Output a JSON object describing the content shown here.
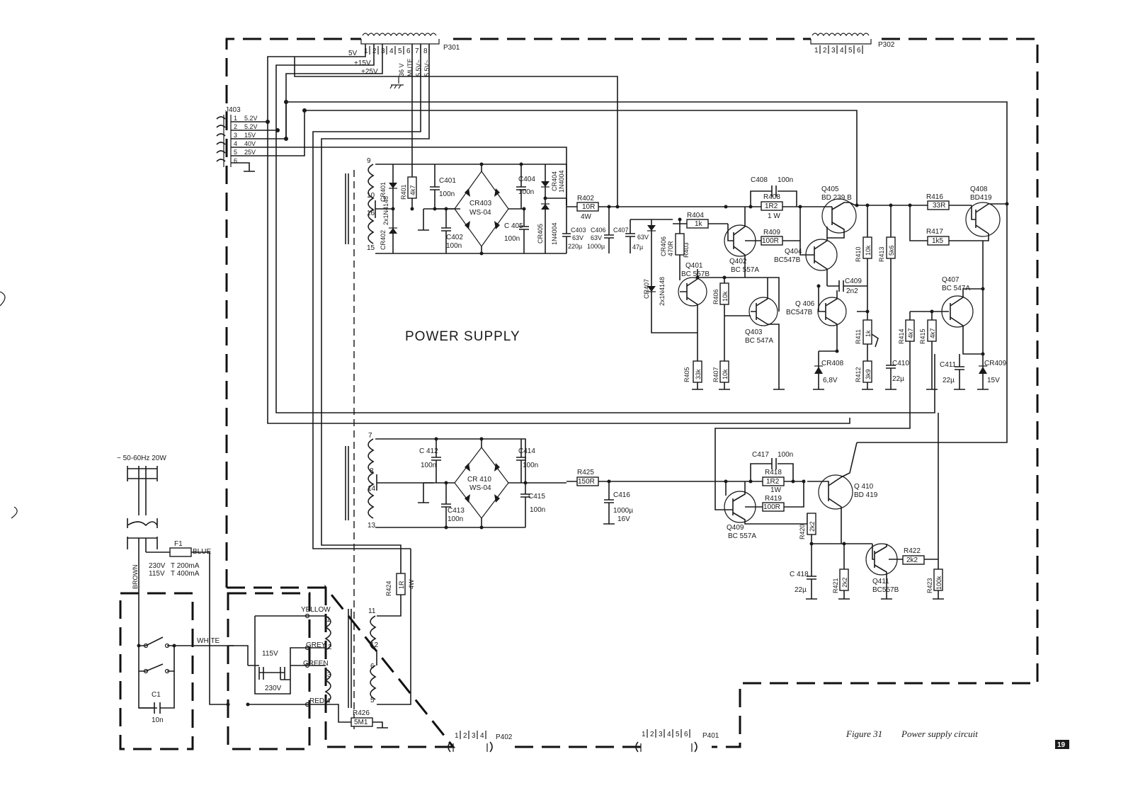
{
  "title": "POWER SUPPLY",
  "caption": {
    "number": "Figure 31",
    "text": "Power supply circuit"
  },
  "page_number": "19",
  "mains": {
    "spec": "~ 50-60Hz  20W"
  },
  "fuse": {
    "ref": "F1",
    "v230": "230V",
    "t200": "T 200mA",
    "v115": "115V",
    "t400": "T 400mA"
  },
  "wires": {
    "brown": "BROWN",
    "blue": "BLUE",
    "white": "WHITE",
    "yellow": "YELLOW",
    "grey": "GREY",
    "green": "GREEN",
    "red": "RED"
  },
  "selector": {
    "v115": "115V",
    "v230": "230V"
  },
  "c1": {
    "ref": "C1",
    "value": "10n"
  },
  "connectors": {
    "p301": {
      "name": "P301",
      "pins": [
        "1",
        "2",
        "3",
        "4",
        "5",
        "6",
        "7",
        "8"
      ],
      "rails": [
        "5V",
        "+15V",
        "+25V"
      ],
      "vlabels": [
        "36 V",
        "MUTE",
        "5.5V~",
        "5.5V~"
      ]
    },
    "p302": {
      "name": "P302",
      "pins": [
        "1",
        "2",
        "3",
        "4",
        "5",
        "6"
      ]
    },
    "p401": {
      "name": "P401",
      "pins": [
        "1",
        "2",
        "3",
        "4",
        "5",
        "6"
      ]
    },
    "p402": {
      "name": "P402",
      "pins": [
        "1",
        "2",
        "3",
        "4"
      ]
    },
    "j403": {
      "name": "J403",
      "pins": [
        {
          "n": "1",
          "v": "5.2V"
        },
        {
          "n": "2",
          "v": "5.2V"
        },
        {
          "n": "3",
          "v": "15V"
        },
        {
          "n": "4",
          "v": "40V"
        },
        {
          "n": "5",
          "v": "25V"
        },
        {
          "n": "6",
          "v": ""
        }
      ]
    }
  },
  "transformer_pins": [
    "9",
    "10",
    "16",
    "15",
    "7",
    "8",
    "14",
    "13",
    "11",
    "12",
    "6",
    "5",
    "1",
    "2",
    "3",
    "4"
  ],
  "components": {
    "cr401": "CR401",
    "cr402": "CR402",
    "cr4148": "2x1N4148",
    "r401": "R401",
    "r401v": "4k7",
    "c401": "C401",
    "c401v": "100n",
    "c402": "C402",
    "c402v": "100n",
    "cr403": "CR403",
    "cr403v": "WS-04",
    "c404": "C404",
    "c404v": "100n",
    "c405": "C 405",
    "c405v": "100n",
    "cr404": "CR404",
    "cr404v": "1N4004",
    "cr405": "CR405",
    "cr405v": "1N4004",
    "r402": "R402",
    "r402v": "10R",
    "r402w": "4W",
    "c403": "C403",
    "c403a": "63V",
    "c403b": "220µ",
    "c406": "C406",
    "c406a": "63V",
    "c406b": "1000µ",
    "c407": "C407",
    "c407a": "63V",
    "c407b": "47µ",
    "cr406": "CR406",
    "cr407": "CR407",
    "cr407v": "2x1N4148",
    "r403": "R403",
    "r403v": "470R",
    "r404": "R404",
    "r404v": "1k",
    "c408": "C408",
    "c408v": "100n",
    "r408": "R408",
    "r408v": "1R2",
    "r408w": "1 W",
    "r409": "R409",
    "r409v": "100R",
    "q401": "Q401",
    "q401v": "BC 557B",
    "q402": "Q402",
    "q402v": "BC 557A",
    "q403": "Q403",
    "q403v": "BC 547A",
    "q404": "Q404",
    "q404v": "BC547B",
    "q405": "Q405",
    "q405v": "BD 239 B",
    "q406": "Q 406",
    "q406v": "BC547B",
    "q407": "Q407",
    "q407v": "BC 547A",
    "q408": "Q408",
    "q408v": "BD419",
    "r405": "R405",
    "r405v": "33k",
    "r406": "R406",
    "r406v": "10k",
    "r407": "R407",
    "r407v": "10k",
    "c409": "C409",
    "c409v": "2n2",
    "cr408": "CR408",
    "cr408v": "6,8V",
    "r410": "R410",
    "r410v": "10k",
    "r411": "R411",
    "r411v": "1k",
    "r412": "R412",
    "r412v": "3k9",
    "r413": "R413",
    "r413v": "5k6",
    "c410": "C410",
    "c410v": "22µ",
    "r414": "R414",
    "r414v": "4k7",
    "r415": "R415",
    "r415v": "4k7",
    "r416": "R416",
    "r416v": "33R",
    "r417": "R417",
    "r417v": "1k5",
    "c411": "C411",
    "c411v": "22µ",
    "cr409": "CR409",
    "cr409v": "15V",
    "c412": "C 412",
    "c412v": "100n",
    "c413": "C413",
    "c413v": "100n",
    "c414": "C414",
    "c414v": "100n",
    "c415": "C415",
    "c415v": "100n",
    "cr410": "CR 410",
    "cr410v": "WS-04",
    "r425": "R425",
    "r425v": "150R",
    "c416": "C416",
    "c416a": "1000µ",
    "c416b": "16V",
    "c417": "C417",
    "c417v": "100n",
    "r418": "R418",
    "r418v": "1R2",
    "r418w": "1W",
    "r419": "R419",
    "r419v": "100R",
    "q409": "Q409",
    "q409v": "BC 557A",
    "q410": "Q 410",
    "q410v": "BD 419",
    "r420": "R420",
    "r420v": "2k2",
    "c418": "C 418",
    "c418v": "22µ",
    "r421": "R421",
    "r421v": "2k2",
    "q411": "Q411",
    "q411v": "BC557B",
    "r422": "R422",
    "r422v": "2k2",
    "r423": "R423",
    "r423v": "100k",
    "r424": "R424",
    "r424v": "1R",
    "r424w": "4W",
    "r426": "R426",
    "r426v": "5M1"
  },
  "colors": {
    "ink": "#1a1a1a",
    "paper": "#ffffff"
  }
}
